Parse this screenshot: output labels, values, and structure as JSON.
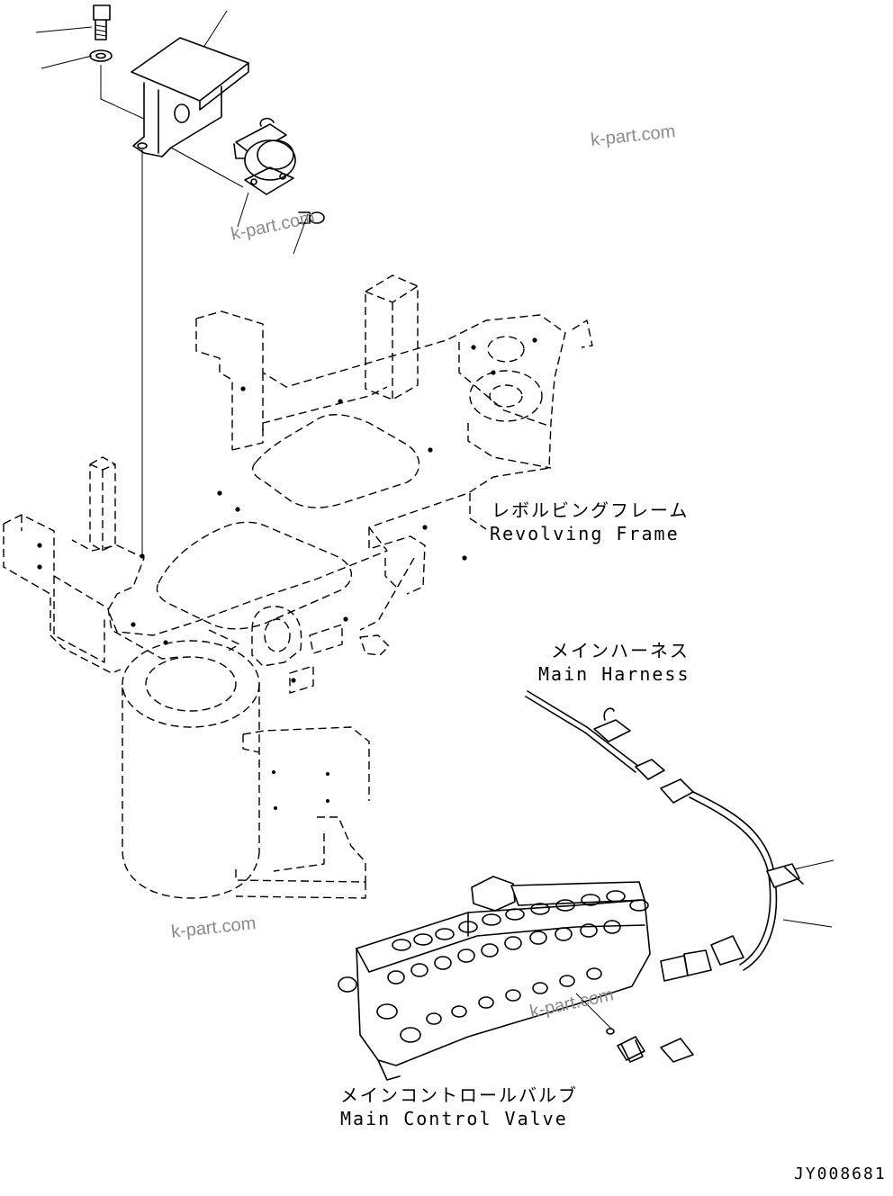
{
  "labels": {
    "revolving_frame_jp": "レボルビングフレーム",
    "revolving_frame_en": "Revolving Frame",
    "main_harness_jp": "メインハーネス",
    "main_harness_en": "Main Harness",
    "main_control_valve_jp": "メインコントロールバルブ",
    "main_control_valve_en": "Main Control Valve"
  },
  "drawing_id": "JY008681",
  "watermark": "k-part.com"
}
